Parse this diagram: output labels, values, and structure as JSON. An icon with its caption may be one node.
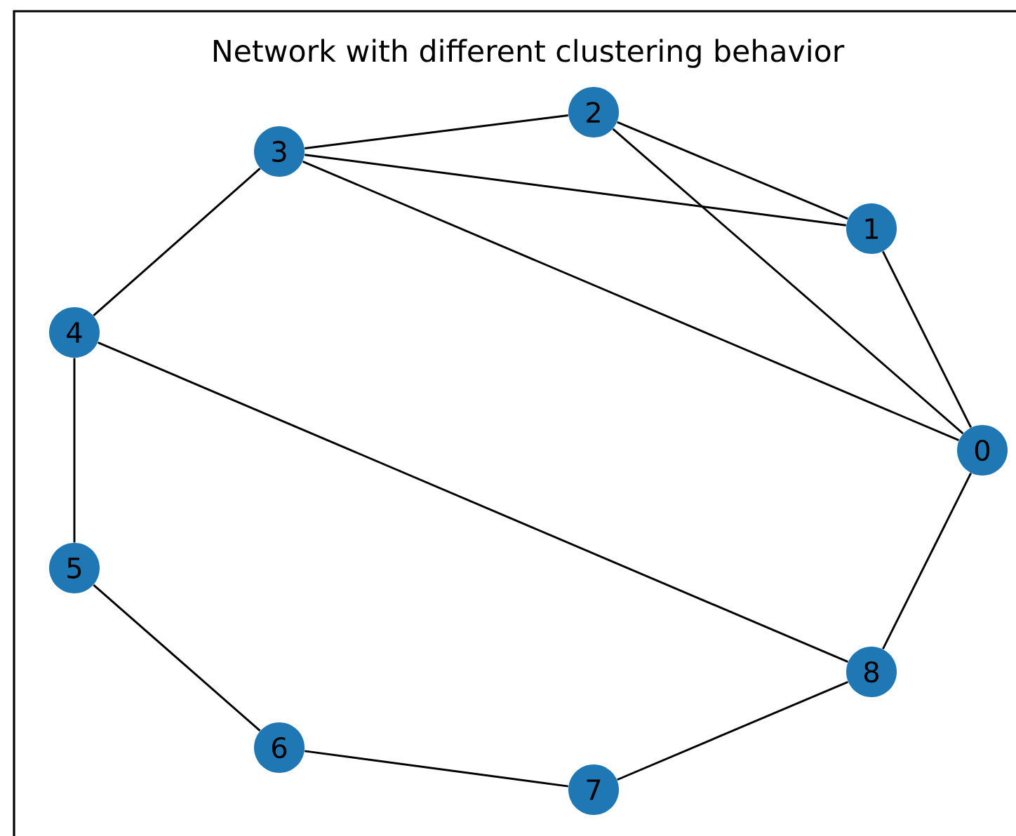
{
  "diagram": {
    "title": "Network with different clustering behavior",
    "nodes": [
      {
        "text": [
          "0"
        ]
      },
      {
        "text": [
          "1"
        ]
      },
      {
        "text": [
          "2"
        ]
      },
      {
        "text": [
          "3"
        ]
      },
      {
        "text": [
          "4"
        ]
      },
      {
        "text": [
          "5"
        ]
      },
      {
        "text": [
          "6"
        ]
      },
      {
        "text": [
          "7"
        ]
      },
      {
        "text": [
          "8"
        ]
      }
    ],
    "edges": [
      {
        "from": 2,
        "to": 3,
        "arrow": "none"
      },
      {
        "from": 2,
        "to": 1,
        "arrow": "none"
      },
      {
        "from": 2,
        "to": 0,
        "arrow": "none"
      },
      {
        "from": 3,
        "to": 1,
        "arrow": "none"
      },
      {
        "from": 3,
        "to": 0,
        "arrow": "none"
      },
      {
        "from": 3,
        "to": 4,
        "arrow": "none"
      },
      {
        "from": 1,
        "to": 0,
        "arrow": "none"
      },
      {
        "from": 0,
        "to": 8,
        "arrow": "none"
      },
      {
        "from": 4,
        "to": 8,
        "arrow": "none"
      },
      {
        "from": 4,
        "to": 5,
        "arrow": "none"
      },
      {
        "from": 5,
        "to": 6,
        "arrow": "none"
      },
      {
        "from": 6,
        "to": 7,
        "arrow": "none"
      },
      {
        "from": 7,
        "to": 8,
        "arrow": "none"
      }
    ]
  }
}
